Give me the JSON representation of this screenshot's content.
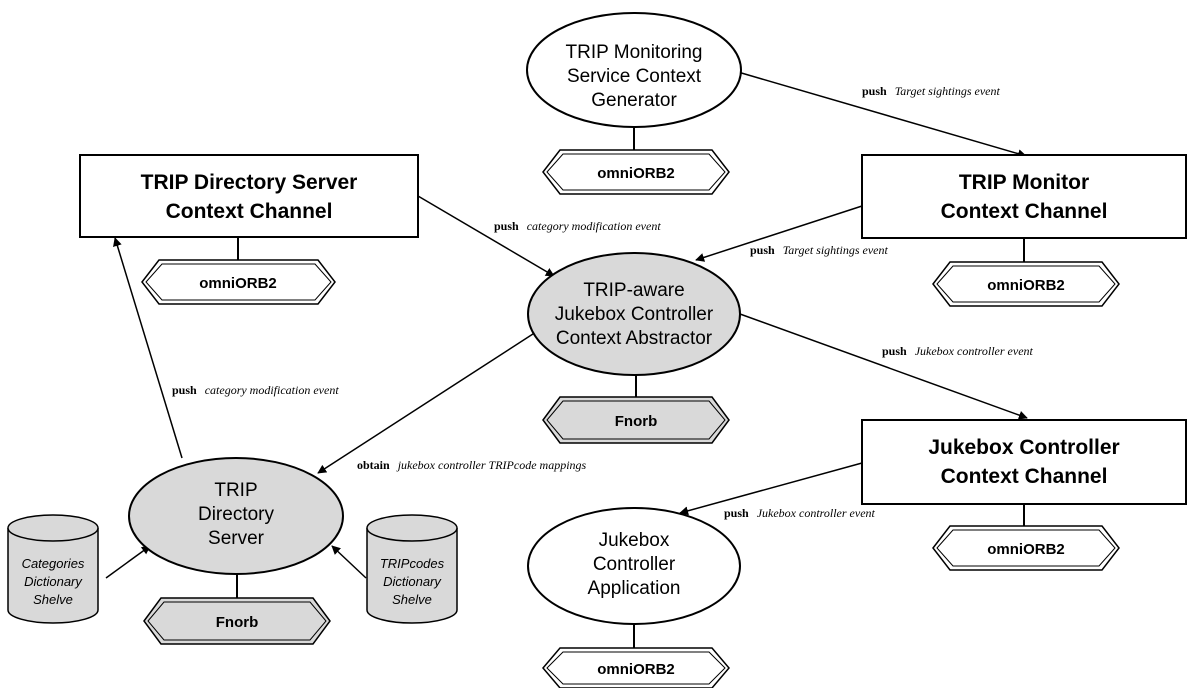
{
  "nodes": {
    "monitoring_generator": {
      "lines": [
        "TRIP Monitoring",
        "Service Context",
        "Generator"
      ],
      "orb": "omniORB2"
    },
    "directory_channel": {
      "lines": [
        "TRIP Directory Server",
        "Context Channel"
      ],
      "orb": "omniORB2"
    },
    "monitor_channel": {
      "lines": [
        "TRIP Monitor",
        "Context Channel"
      ],
      "orb": "omniORB2"
    },
    "jukebox_abstractor": {
      "lines": [
        "TRIP-aware",
        "Jukebox Controller",
        "Context Abstractor"
      ],
      "orb": "Fnorb"
    },
    "jukebox_channel": {
      "lines": [
        "Jukebox Controller",
        "Context Channel"
      ],
      "orb": "omniORB2"
    },
    "directory_server": {
      "lines": [
        "TRIP",
        "Directory",
        "Server"
      ],
      "orb": "Fnorb"
    },
    "jukebox_app": {
      "lines": [
        "Jukebox",
        "Controller",
        "Application"
      ],
      "orb": "omniORB2"
    },
    "categories_db": {
      "lines": [
        "Categories",
        "Dictionary",
        "Shelve"
      ]
    },
    "tripcodes_db": {
      "lines": [
        "TRIPcodes",
        "Dictionary",
        "Shelve"
      ]
    }
  },
  "edges": {
    "gen_to_monitor": {
      "kw": "push",
      "desc": "Target sightings event"
    },
    "dirchan_to_abstractor": {
      "kw": "push",
      "desc": "category modification event"
    },
    "monitor_to_abstractor": {
      "kw": "push",
      "desc": "Target sightings event"
    },
    "abstractor_to_jukechan": {
      "kw": "push",
      "desc": "Jukebox controller event"
    },
    "dirserver_to_dirchan": {
      "kw": "push",
      "desc": "category modification event"
    },
    "abstractor_to_dirserver": {
      "kw": "obtain",
      "desc": "jukebox controller TRIPcode mappings"
    },
    "jukechan_to_app": {
      "kw": "push",
      "desc": "Jukebox controller event"
    }
  },
  "colors": {
    "grey_fill": "#d9d9d9",
    "stroke": "#000000"
  }
}
